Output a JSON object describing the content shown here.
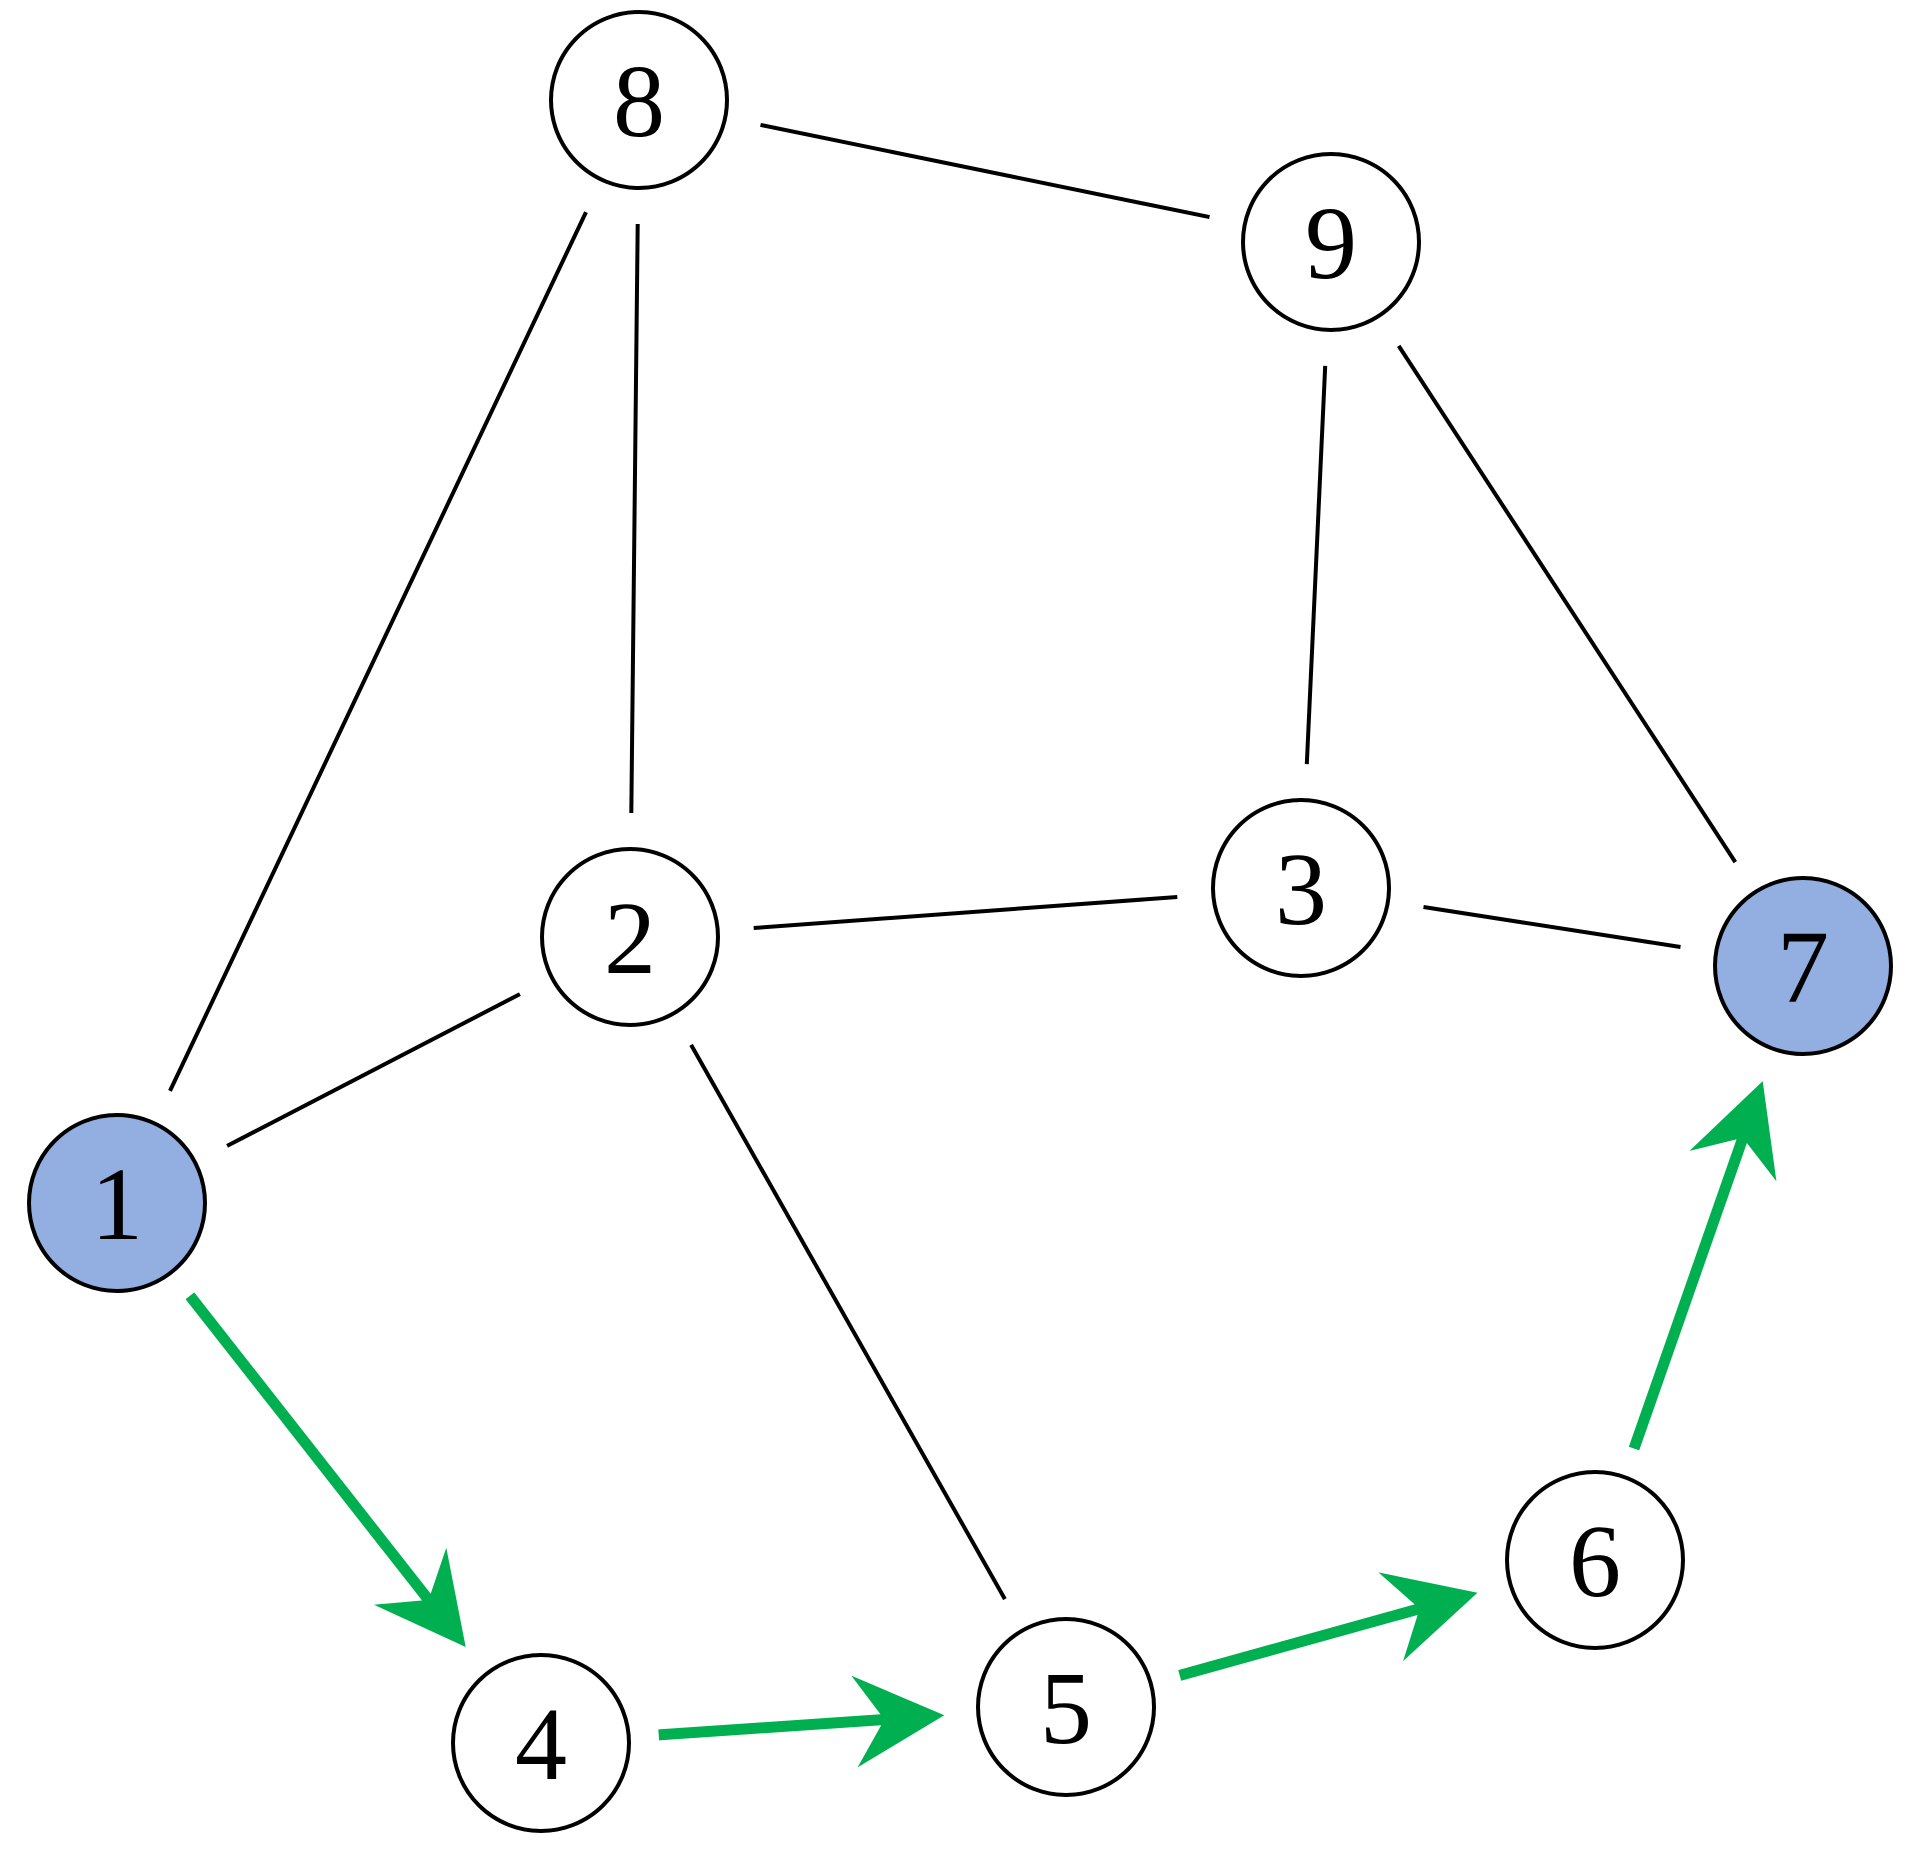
{
  "graph": {
    "colors": {
      "node_default": "#ffffff",
      "node_highlight": "#93aee0",
      "edge": "#000000",
      "path": "#00b050"
    },
    "nodes": [
      {
        "id": "1",
        "label": "1",
        "highlighted": true
      },
      {
        "id": "2",
        "label": "2",
        "highlighted": false
      },
      {
        "id": "3",
        "label": "3",
        "highlighted": false
      },
      {
        "id": "4",
        "label": "4",
        "highlighted": false
      },
      {
        "id": "5",
        "label": "5",
        "highlighted": false
      },
      {
        "id": "6",
        "label": "6",
        "highlighted": false
      },
      {
        "id": "7",
        "label": "7",
        "highlighted": true
      },
      {
        "id": "8",
        "label": "8",
        "highlighted": false
      },
      {
        "id": "9",
        "label": "9",
        "highlighted": false
      }
    ],
    "edges": [
      {
        "from": "8",
        "to": "9"
      },
      {
        "from": "8",
        "to": "1"
      },
      {
        "from": "8",
        "to": "2"
      },
      {
        "from": "9",
        "to": "3"
      },
      {
        "from": "9",
        "to": "7"
      },
      {
        "from": "2",
        "to": "3"
      },
      {
        "from": "3",
        "to": "7"
      },
      {
        "from": "1",
        "to": "2"
      },
      {
        "from": "2",
        "to": "5"
      }
    ],
    "path": [
      {
        "from": "1",
        "to": "4"
      },
      {
        "from": "4",
        "to": "5"
      },
      {
        "from": "5",
        "to": "6"
      },
      {
        "from": "6",
        "to": "7"
      }
    ]
  }
}
